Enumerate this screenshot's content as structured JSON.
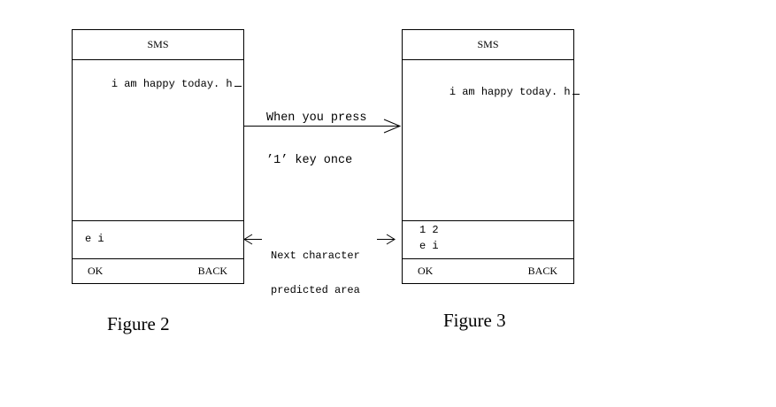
{
  "figure2": {
    "title": "SMS",
    "message": "i am happy today. h",
    "predict_line1": "",
    "predict_line2": "e i",
    "ok_label": "OK",
    "back_label": "BACK",
    "caption": "Figure 2"
  },
  "figure3": {
    "title": "SMS",
    "message": "i am happy today. h",
    "predict_line1": "1 2",
    "predict_line2": "e i",
    "ok_label": "OK",
    "back_label": "BACK",
    "caption": "Figure 3"
  },
  "annotations": {
    "press_line1": "When you press",
    "press_line2": "’1’ key once",
    "predict_line1": "Next character",
    "predict_line2": "predicted area"
  }
}
